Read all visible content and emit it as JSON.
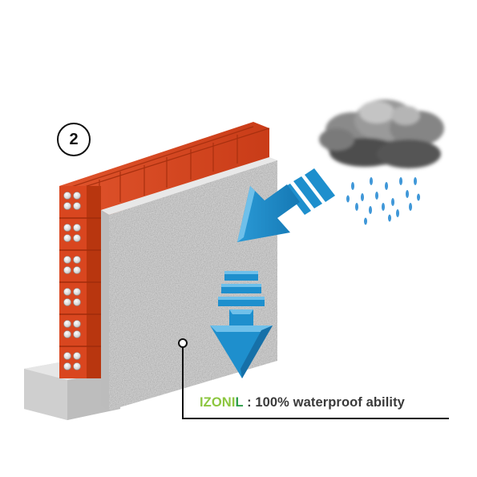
{
  "badge": {
    "number": "2"
  },
  "caption": {
    "brand_part1": "IZONI",
    "brand_part2": "L",
    "text": " : 100% waterproof ability"
  },
  "colors": {
    "brick": "#d9461f",
    "plaster": "#c9c9c9",
    "arrow_blue": "#1e8fcd",
    "rain_blue": "#3f97d8",
    "brand_light_green": "#8cc63f",
    "brand_dark_green": "#2e9e4a",
    "base_concrete": "#d6d6d6"
  },
  "icons": {
    "cloud": "rain-cloud-icon",
    "arrow_in": "diagonal-arrow-icon",
    "arrow_down": "down-arrow-icon"
  }
}
